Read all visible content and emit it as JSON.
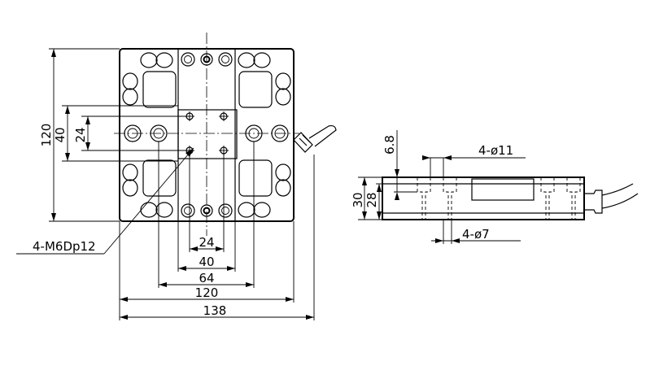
{
  "plan_view": {
    "dims": {
      "height_overall": "120",
      "height_block": "40",
      "height_holes": "24",
      "width_holes": "24",
      "width_block": "40",
      "width_bolt": "64",
      "width_overall": "120",
      "width_total": "138"
    },
    "callout": "4-M6Dp12"
  },
  "side_view": {
    "dims": {
      "counterbore_depth": "6.8",
      "height_total": "30",
      "height_body": "28",
      "counterbore": "4-ø11",
      "through_hole": "4-ø7"
    }
  }
}
